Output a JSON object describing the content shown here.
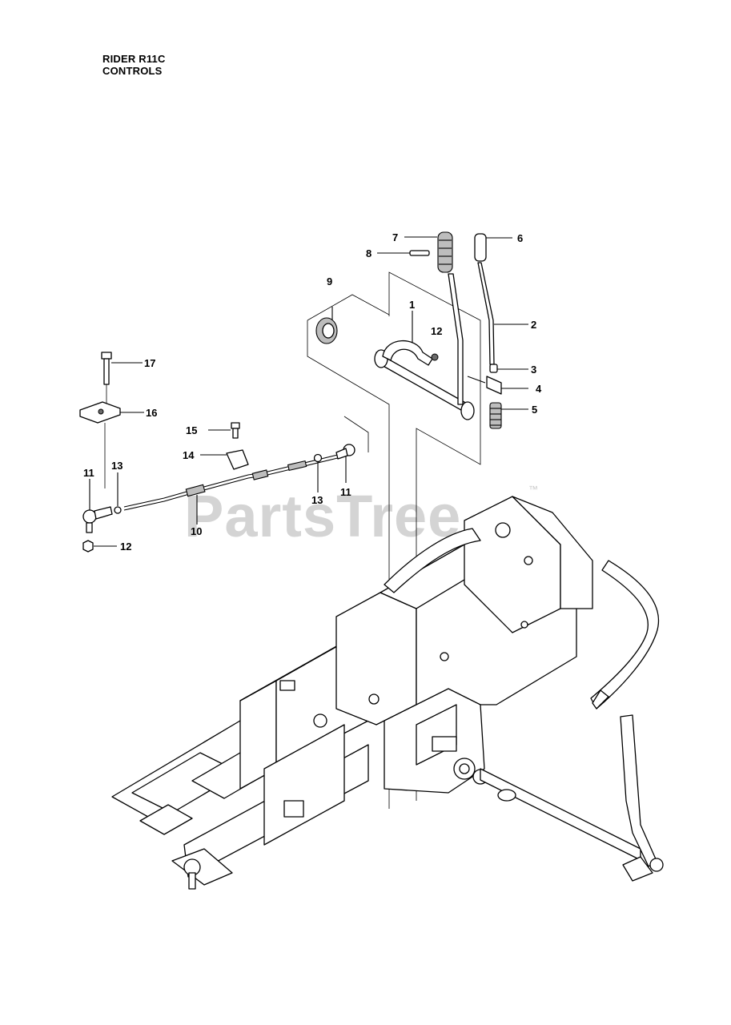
{
  "header": {
    "line1": "RIDER R11C",
    "line2": "CONTROLS"
  },
  "watermark": {
    "text": "PartsTree",
    "trademark": "™"
  },
  "callouts": [
    {
      "id": "7",
      "label": "7"
    },
    {
      "id": "6",
      "label": "6"
    },
    {
      "id": "8",
      "label": "8"
    },
    {
      "id": "9",
      "label": "9"
    },
    {
      "id": "1",
      "label": "1"
    },
    {
      "id": "12a",
      "label": "12"
    },
    {
      "id": "2",
      "label": "2"
    },
    {
      "id": "17",
      "label": "17"
    },
    {
      "id": "3",
      "label": "3"
    },
    {
      "id": "4",
      "label": "4"
    },
    {
      "id": "16",
      "label": "16"
    },
    {
      "id": "5",
      "label": "5"
    },
    {
      "id": "15",
      "label": "15"
    },
    {
      "id": "14",
      "label": "14"
    },
    {
      "id": "11a",
      "label": "11"
    },
    {
      "id": "13a",
      "label": "13"
    },
    {
      "id": "13b",
      "label": "13"
    },
    {
      "id": "11b",
      "label": "11"
    },
    {
      "id": "10",
      "label": "10"
    },
    {
      "id": "12b",
      "label": "12"
    }
  ]
}
